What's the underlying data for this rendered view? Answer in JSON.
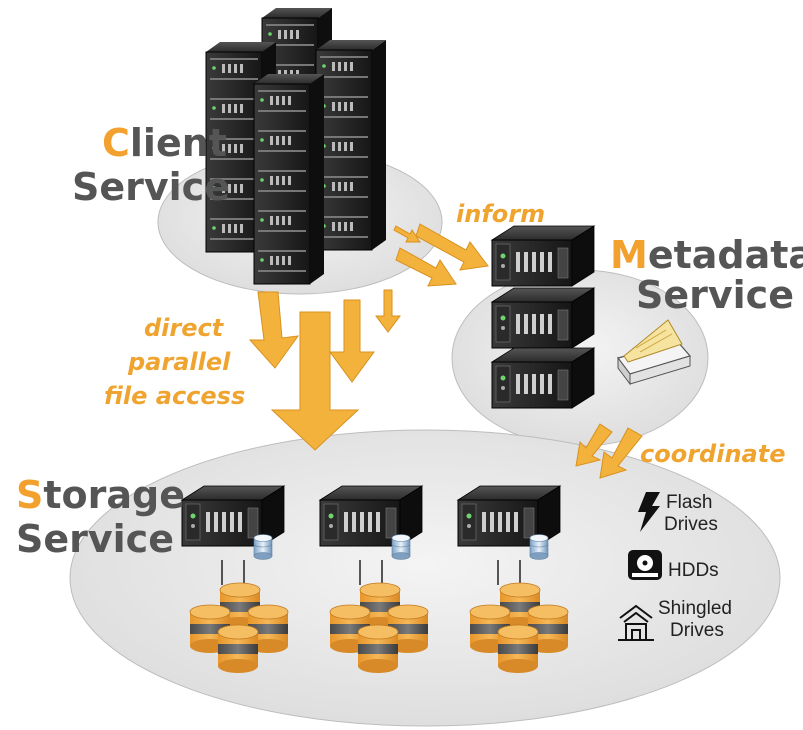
{
  "services": {
    "client": {
      "initial": "C",
      "line1_rest": "lient",
      "line2": "Service"
    },
    "metadata": {
      "initial": "M",
      "line1_rest": "etadata",
      "line2": "Service"
    },
    "storage": {
      "initial": "S",
      "line1_rest": "torage",
      "line2": "Service"
    }
  },
  "flows": {
    "inform": "inform",
    "direct_access": [
      "direct",
      "parallel",
      "file access"
    ],
    "coordinate": "coordinate"
  },
  "drive_types": [
    {
      "icon": "flash-drive-icon",
      "lines": [
        "Flash",
        "Drives"
      ]
    },
    {
      "icon": "hdd-icon",
      "lines": [
        "HDDs"
      ]
    },
    {
      "icon": "shingled-drive-icon",
      "lines": [
        "Shingled",
        "Drives"
      ]
    }
  ],
  "colors": {
    "accent": "#F2A12E",
    "arrow": "#F3B23C",
    "title": "#555555",
    "cloud": "#E4E4E4",
    "disk": "#F0A73A",
    "server": "#1E1E1E"
  }
}
